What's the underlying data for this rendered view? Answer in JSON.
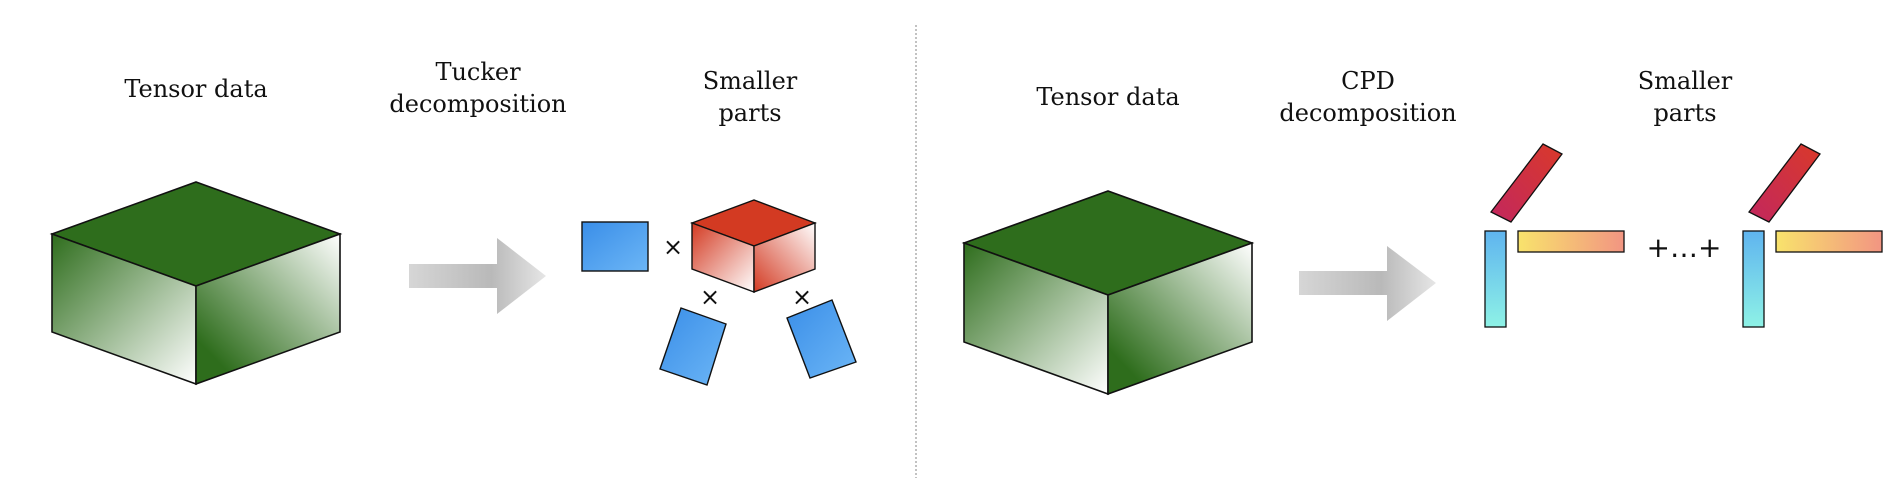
{
  "left_panel": {
    "tensor_label": "Tensor data",
    "method_label": [
      "Tucker",
      "decomposition"
    ],
    "parts_label": [
      "Smaller",
      "parts"
    ],
    "times_symbol": "×"
  },
  "right_panel": {
    "tensor_label": "Tensor data",
    "method_label": [
      "CPD",
      "decomposition"
    ],
    "parts_label": [
      "Smaller",
      "parts"
    ],
    "sum_symbol": "+…+"
  },
  "colors": {
    "tensor_top": "#2e6d1c",
    "tensor_side_dark": "#2e6d1c",
    "tensor_side_light": "#ffffff",
    "core_red": "#d33a22",
    "factor_blue": "#4a9ef0",
    "arrow_gray": "#c4c4c4",
    "bar_gradient_red": [
      "#c2275e",
      "#d9392a"
    ],
    "bar_gradient_yellow": [
      "#f8e36c",
      "#f29582"
    ],
    "bar_gradient_cyan": [
      "#5fb4ef",
      "#8ef2e6"
    ],
    "divider": "#9a9a9a"
  }
}
